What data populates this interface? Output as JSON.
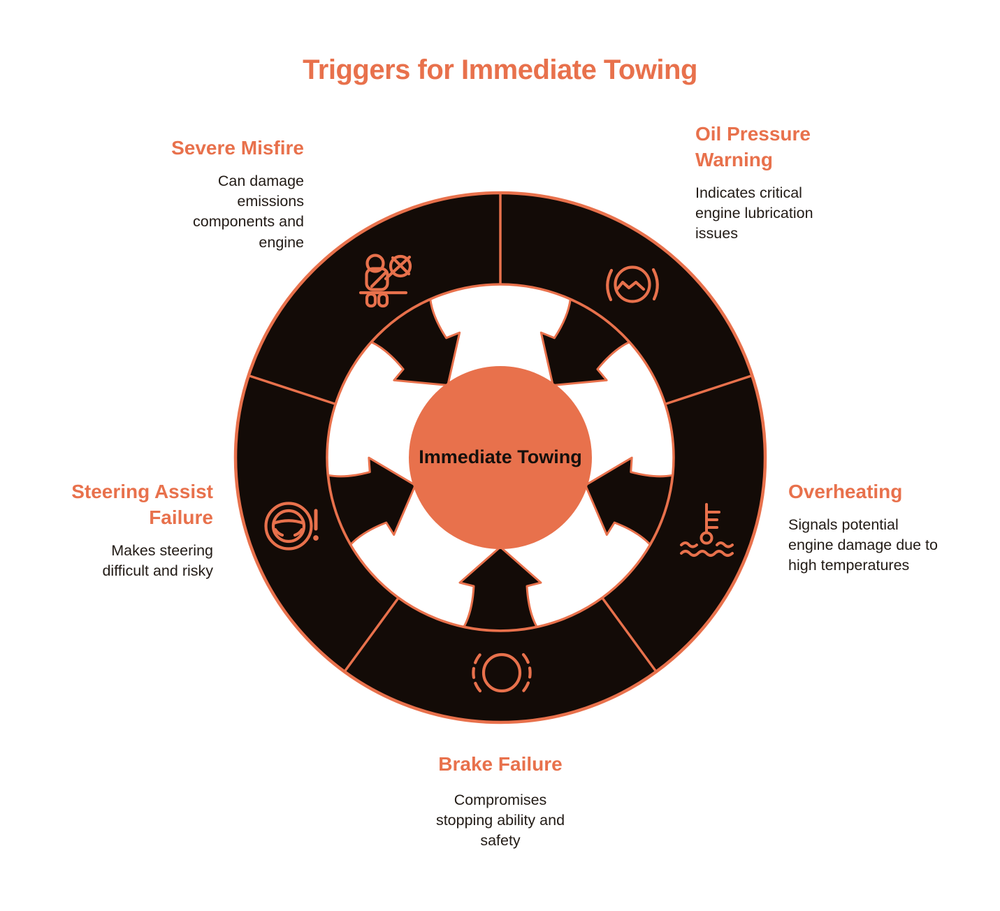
{
  "title": "Triggers for Immediate Towing",
  "center": {
    "label": "Immediate Towing"
  },
  "triggers": [
    {
      "id": "severe-misfire",
      "heading": "Severe Misfire",
      "description": "Can damage emissions components and engine",
      "icon": "seatbelt-warning-icon"
    },
    {
      "id": "oil-pressure-warning",
      "heading": "Oil Pressure Warning",
      "description": "Indicates critical engine lubrication issues",
      "icon": "fluid-level-warning-icon"
    },
    {
      "id": "overheating",
      "heading": "Overheating",
      "description": "Signals potential engine damage due to high temperatures",
      "icon": "coolant-temperature-icon"
    },
    {
      "id": "brake-failure",
      "heading": "Brake Failure",
      "description": "Compromises stopping ability and safety",
      "icon": "brake-warning-icon"
    },
    {
      "id": "steering-assist-failure",
      "heading": "Steering Assist Failure",
      "description": "Makes steering difficult and risky",
      "icon": "steering-wheel-warning-icon"
    }
  ],
  "colors": {
    "accent": "#E8714C",
    "dark": "#130B07",
    "text": "#221B16",
    "background": "#FFFFFF"
  }
}
